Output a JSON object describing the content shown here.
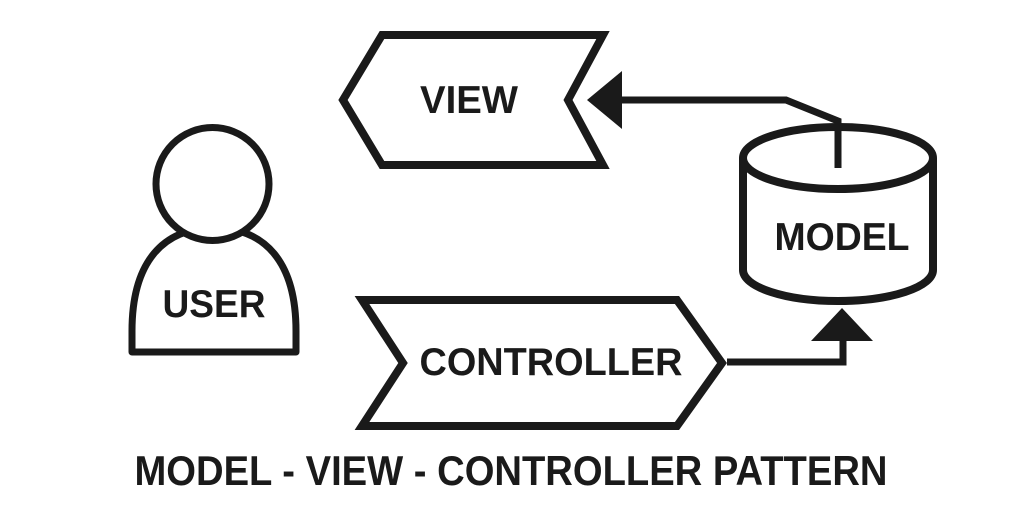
{
  "title": "MODEL - VIEW - CONTROLLER PATTERN",
  "colors": {
    "ink": "#1a1a1a",
    "background": "#ffffff"
  },
  "diagram": {
    "nodes": {
      "user": {
        "label": "USER",
        "shape": "person-outline"
      },
      "view": {
        "label": "VIEW",
        "shape": "chevron-banner-pointing-left"
      },
      "controller": {
        "label": "CONTROLLER",
        "shape": "chevron-banner-pointing-right"
      },
      "model": {
        "label": "MODEL",
        "shape": "database-cylinder"
      }
    },
    "edges": [
      {
        "from": "model",
        "to": "view",
        "style": "elbow",
        "arrowhead": "filled-triangle-left"
      },
      {
        "from": "controller",
        "to": "model",
        "style": "elbow",
        "arrowhead": "filled-triangle-up"
      }
    ]
  }
}
